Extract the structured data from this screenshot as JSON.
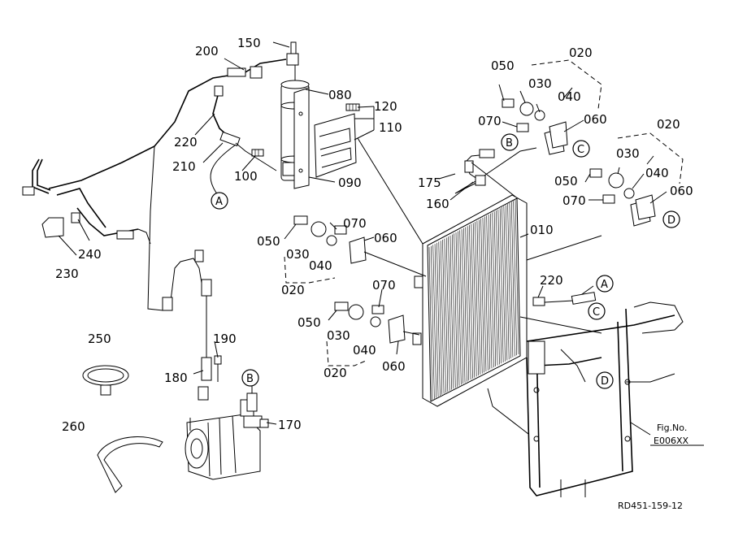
{
  "figure": {
    "figure_number_label": "Fig.No.",
    "figure_number": "E006XX",
    "drawing_code": "RD451-159-12"
  },
  "part_callouts": [
    {
      "id": "p150a",
      "text": "150"
    },
    {
      "id": "p200",
      "text": "200"
    },
    {
      "id": "p080",
      "text": "080"
    },
    {
      "id": "p120",
      "text": "120"
    },
    {
      "id": "p110",
      "text": "110"
    },
    {
      "id": "p220a",
      "text": "220"
    },
    {
      "id": "p210",
      "text": "210"
    },
    {
      "id": "p100",
      "text": "100"
    },
    {
      "id": "p090",
      "text": "090"
    },
    {
      "id": "p230",
      "text": "230"
    },
    {
      "id": "p240",
      "text": "240"
    },
    {
      "id": "p250",
      "text": "250"
    },
    {
      "id": "p190",
      "text": "190"
    },
    {
      "id": "p180",
      "text": "180"
    },
    {
      "id": "p170",
      "text": "170"
    },
    {
      "id": "p260",
      "text": "260"
    },
    {
      "id": "p050a",
      "text": "050"
    },
    {
      "id": "p030a",
      "text": "030"
    },
    {
      "id": "p040a",
      "text": "040"
    },
    {
      "id": "p070a",
      "text": "070"
    },
    {
      "id": "p060a",
      "text": "060"
    },
    {
      "id": "p020a",
      "text": "020"
    },
    {
      "id": "p175",
      "text": "175"
    },
    {
      "id": "p160",
      "text": "160"
    },
    {
      "id": "p020b",
      "text": "020"
    },
    {
      "id": "p030b",
      "text": "030"
    },
    {
      "id": "p050b",
      "text": "050"
    },
    {
      "id": "p040b",
      "text": "040"
    },
    {
      "id": "p070b",
      "text": "070"
    },
    {
      "id": "p060b",
      "text": "060"
    },
    {
      "id": "p010",
      "text": "010"
    },
    {
      "id": "p050c",
      "text": "050"
    },
    {
      "id": "p070c",
      "text": "070"
    },
    {
      "id": "p060c",
      "text": "060"
    },
    {
      "id": "p030c",
      "text": "030"
    },
    {
      "id": "p040c",
      "text": "040"
    },
    {
      "id": "p020c",
      "text": "020"
    },
    {
      "id": "p070d",
      "text": "070"
    },
    {
      "id": "p050d",
      "text": "050"
    },
    {
      "id": "p030d",
      "text": "030"
    },
    {
      "id": "p040d",
      "text": "040"
    },
    {
      "id": "p060d",
      "text": "060"
    },
    {
      "id": "p020d",
      "text": "020"
    },
    {
      "id": "p220b",
      "text": "220"
    }
  ],
  "connection_markers": [
    {
      "id": "mA1",
      "letter": "A"
    },
    {
      "id": "mB1",
      "letter": "B"
    },
    {
      "id": "mC1",
      "letter": "C"
    },
    {
      "id": "mD1",
      "letter": "D"
    },
    {
      "id": "mA2",
      "letter": "A"
    },
    {
      "id": "mC2",
      "letter": "C"
    },
    {
      "id": "mD2",
      "letter": "D"
    },
    {
      "id": "mB2",
      "letter": "B"
    }
  ]
}
